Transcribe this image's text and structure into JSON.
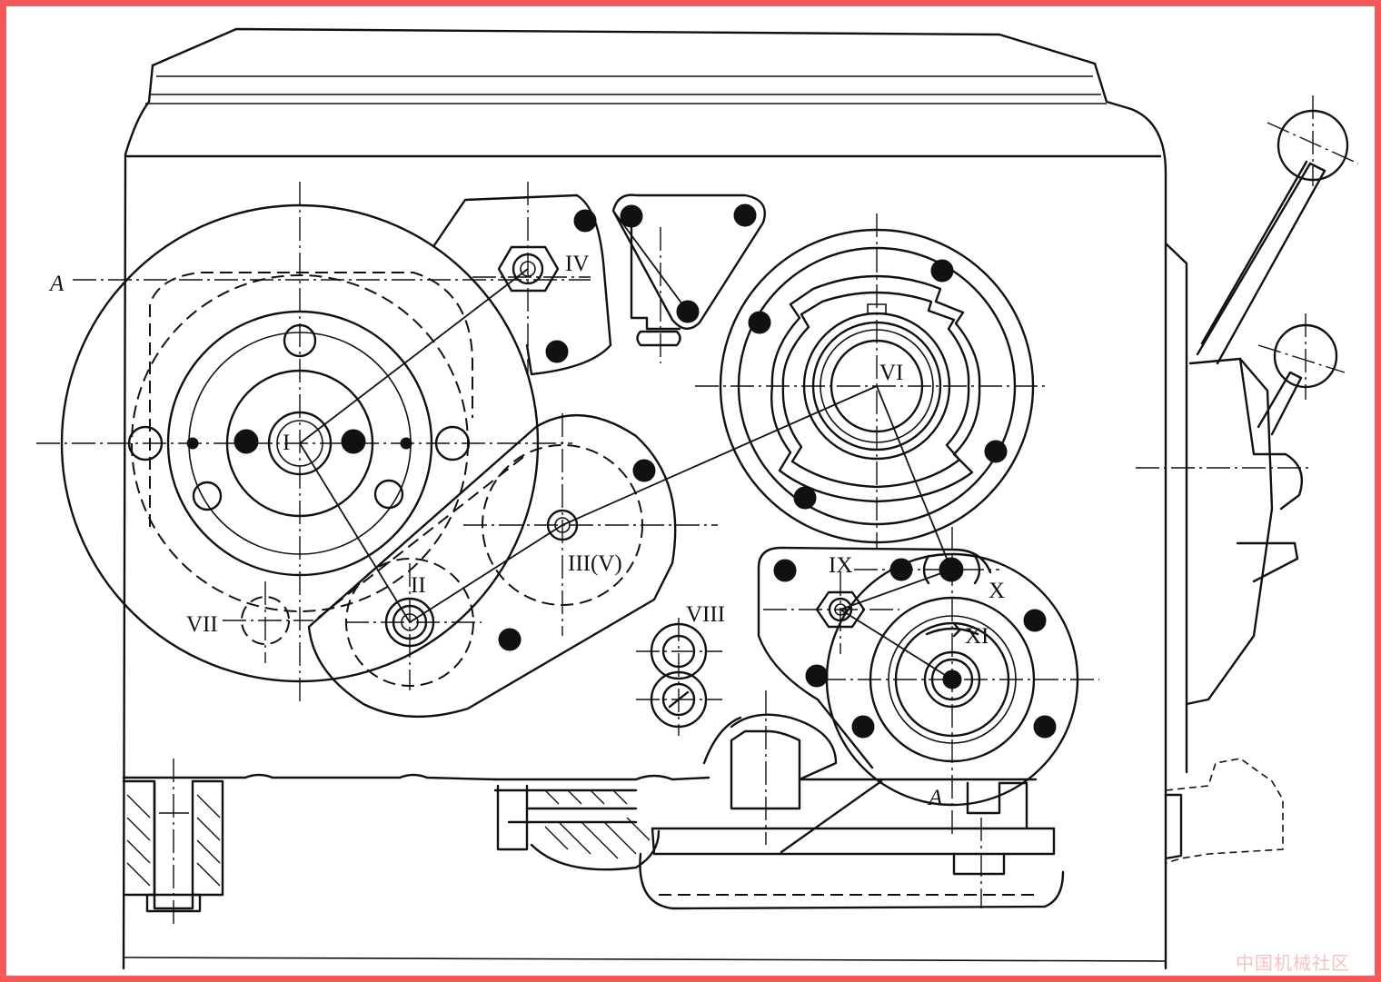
{
  "figure": {
    "labels": {
      "shaft_I": "I",
      "shaft_II": "II",
      "shaft_III_V": "III(V)",
      "shaft_IV": "IV",
      "shaft_VI": "VI",
      "shaft_VII": "VII",
      "shaft_VIII": "VIII",
      "shaft_IX": "IX",
      "shaft_X": "X",
      "shaft_XI": "XI",
      "section_A_left": "A",
      "section_A_bottom": "A"
    },
    "watermark": "中国机械社区"
  },
  "colors": {
    "frame": "#f25a5a",
    "line": "#111111",
    "watermark": "#f4c2c2"
  }
}
